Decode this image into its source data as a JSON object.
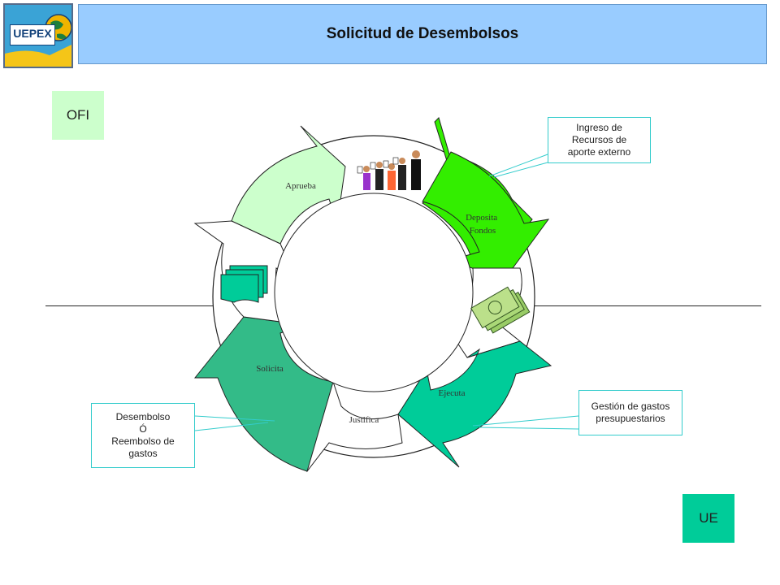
{
  "header": {
    "title": "Solicitud de Desembolsos",
    "logo_text": "UEPEX"
  },
  "labels": {
    "top_left": "OFI",
    "bottom_right": "UE"
  },
  "cycle": {
    "steps": [
      {
        "id": "aprueba",
        "label_lines": [
          "Aprueba"
        ]
      },
      {
        "id": "deposita",
        "label_lines": [
          "Deposita",
          "Fondos"
        ]
      },
      {
        "id": "ejecuta",
        "label_lines": [
          "Ejecuta"
        ]
      },
      {
        "id": "justifica",
        "label_lines": [
          "Justifica"
        ]
      },
      {
        "id": "solicita",
        "label_lines": [
          "Solicita"
        ]
      }
    ]
  },
  "callouts": {
    "ingreso": [
      "Ingreso de",
      "Recursos de",
      "aporte externo"
    ],
    "gestion": [
      "Gestión de gastos",
      "presupuestarios"
    ],
    "desembolso": [
      "Desembolso",
      "Ó",
      "Reembolso de",
      "gastos"
    ]
  },
  "colors": {
    "title_bar": "#99ccff",
    "label_box": "#ccffcc",
    "aprueba": "#ccffcc",
    "deposita": "#33ee00",
    "ejecuta": "#00cc99",
    "solicita": "#33bb88",
    "callout_border": "#33cccc"
  }
}
